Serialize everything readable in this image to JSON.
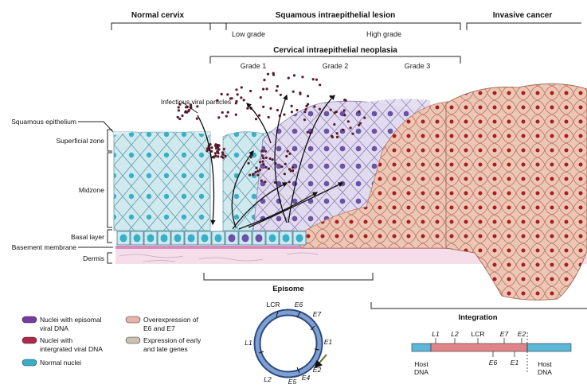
{
  "header": {
    "normal_cervix": "Normal cervix",
    "sil": "Squamous intraepithelial lesion",
    "low_grade": "Low grade",
    "high_grade": "High grade",
    "invasive": "Invasive cancer",
    "cin": "Cervical intraepithelial neoplasia",
    "grade1": "Grade 1",
    "grade2": "Grade 2",
    "grade3": "Grade 3"
  },
  "layers": {
    "viral_particles": "Infectious viral particles",
    "squamous_epithelium": "Squamous epithelium",
    "superficial": "Superficial zone",
    "midzone": "Midzone",
    "basal": "Basal layer",
    "basement": "Basement membrane",
    "dermis": "Dermis"
  },
  "legend": {
    "episomal": "Nuclei with episomal viral DNA",
    "integrated": "Nuclei with intergrated viral DNA",
    "normal": "Normal nuclei",
    "overexpression": "Overexpression of E6 and E7",
    "expression": "Expression of early and late genes"
  },
  "episome": {
    "title": "Episome",
    "labels": [
      "LCR",
      "E6",
      "E7",
      "E1",
      "E2",
      "E4",
      "E5",
      "L2",
      "L1"
    ]
  },
  "integration": {
    "title": "Integration",
    "top_labels": [
      "L1",
      "L2",
      "LCR",
      "E7",
      "E2"
    ],
    "bottom_labels": [
      "E6",
      "E1"
    ],
    "host_left": "Host DNA",
    "host_right": "Host DNA"
  },
  "colors": {
    "normal_cell": "#cde8ee",
    "normal_nucleus": "#36b0c8",
    "episomal_cell": "#ddd4ee",
    "episomal_nucleus": "#6a52a8",
    "cancer_cell": "#ecc4b4",
    "cancer_nucleus": "#a81c1c",
    "membrane": "#d48cba",
    "dermis": "#f4dce8"
  }
}
